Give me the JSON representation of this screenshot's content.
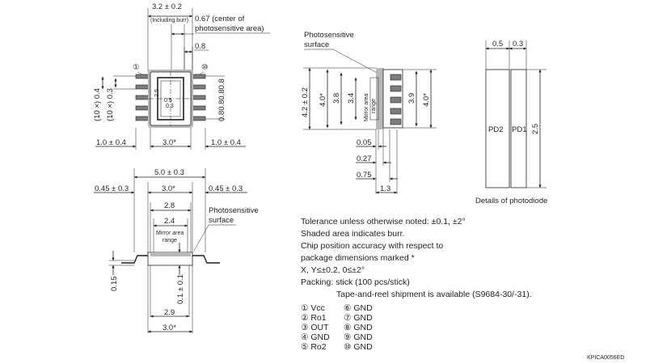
{
  "top_view": {
    "dim_width": "3.2 ± 0.2",
    "dim_width_note": "(Including burr)",
    "center_note_1": "0.67 (center of",
    "center_note_2": "photosensitive area)",
    "dim_08_top": "0.8",
    "pin1_marker": "①",
    "pin10_marker": "⑩",
    "dim_pitch_1": "(10 ×) 0.4",
    "dim_pitch_2": "(10 ×) 0.3",
    "dim_pin_spacing": "0.80.80.80.8",
    "dim_inner_05": "0.5",
    "dim_inner_03": "0.3",
    "dim_inner_25": "2.5",
    "dim_left": "1.0 ± 0.4",
    "dim_center": "3.0*",
    "dim_right": "1.0 ± 0.4"
  },
  "side_view": {
    "photosensitive_1": "Photosensitive",
    "photosensitive_2": "surface",
    "dim_outer_left": "4.2 ± 0.2",
    "dim_inner_left": "4.0*",
    "dim_38": "3.8",
    "dim_34": "3.4",
    "mirror_1": "Mirror area",
    "mirror_2": "range",
    "dim_39": "3.9",
    "dim_outer_right": "4.0*",
    "dim_005": "0.05",
    "dim_027": "0.27",
    "dim_075": "0.75",
    "dim_13": "1.3"
  },
  "photodiode": {
    "dim_05": "0.5",
    "dim_03": "0.3",
    "pd2": "PD2",
    "pd1": "PD1",
    "dim_25": "2.5",
    "caption": "Details of photodiode"
  },
  "front_view": {
    "dim_overall": "5.0 ± 0.3",
    "dim_left": "0.45 ± 0.3",
    "dim_center": "3.0*",
    "dim_right": "0.45 ± 0.3",
    "dim_28": "2.8",
    "dim_24": "2.4",
    "photosensitive_1": "Photosensitive",
    "photosensitive_2": "surface",
    "mirror_1": "Mirror area",
    "mirror_2": "range",
    "dim_015": "0.15",
    "dim_01": "0.1 ± 0.1",
    "dim_29": "2.9",
    "dim_bottom": "3.0*"
  },
  "notes": [
    "Tolerance unless otherwise noted: ±0.1, ±2°",
    "Shaded area indicates burr.",
    "Chip position accuracy with respect to",
    "package dimensions marked *",
    "X, Y≤±0.2, 0≤±2°",
    "Packing: stick (100 pcs/stick)",
    "Tape-and-reel shipment is available (S9684-30/-31)."
  ],
  "pins_left": [
    "① Vcc",
    "② Ro1",
    "③ OUT",
    "④ GND",
    "⑤ Ro2"
  ],
  "pins_right": [
    "⑥ GND",
    "⑦ GND",
    "⑧ GND",
    "⑨ GND",
    "⑩ GND"
  ],
  "drawing_code": "KPICA0056ED"
}
